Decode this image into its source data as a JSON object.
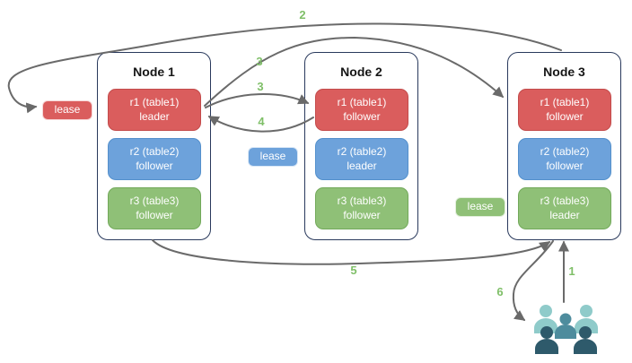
{
  "diagram": {
    "title_hint": "range lease / leader-follower replication flow",
    "nodes": [
      {
        "title": "Node 1",
        "replicas": [
          {
            "name": "r1 (table1)",
            "role": "leader",
            "color": "red"
          },
          {
            "name": "r2 (table2)",
            "role": "follower",
            "color": "blue"
          },
          {
            "name": "r3 (table3)",
            "role": "follower",
            "color": "green"
          }
        ]
      },
      {
        "title": "Node 2",
        "replicas": [
          {
            "name": "r1 (table1)",
            "role": "follower",
            "color": "red"
          },
          {
            "name": "r2 (table2)",
            "role": "leader",
            "color": "blue"
          },
          {
            "name": "r3 (table3)",
            "role": "follower",
            "color": "green"
          }
        ]
      },
      {
        "title": "Node 3",
        "replicas": [
          {
            "name": "r1 (table1)",
            "role": "follower",
            "color": "red"
          },
          {
            "name": "r2 (table2)",
            "role": "follower",
            "color": "blue"
          },
          {
            "name": "r3 (table3)",
            "role": "leader",
            "color": "green"
          }
        ]
      }
    ],
    "leases": [
      {
        "label": "lease",
        "color": "red",
        "near": "Node 1 r1 leader"
      },
      {
        "label": "lease",
        "color": "blue",
        "near": "Node 2 r2 leader"
      },
      {
        "label": "lease",
        "color": "green",
        "near": "Node 3 r3 leader"
      }
    ],
    "steps": {
      "s1": "1",
      "s2": "2",
      "s3a": "3",
      "s3b": "3",
      "s4": "4",
      "s5": "5",
      "s6": "6"
    },
    "arrows": [
      {
        "step": "1",
        "from": "users",
        "to": "node3-bottom"
      },
      {
        "step": "2",
        "from": "node3-top",
        "to": "lease-red-node1"
      },
      {
        "step": "3",
        "from": "node1-r1-leader",
        "to": "node2-r1-follower"
      },
      {
        "step": "3",
        "from": "node1-r1-leader",
        "to": "node3-r1-follower"
      },
      {
        "step": "4",
        "from": "node2-r1-follower",
        "to": "node1-r1-leader"
      },
      {
        "step": "5",
        "from": "node1-bottom",
        "to": "node3-bottom"
      },
      {
        "step": "6",
        "from": "node3-bottom",
        "to": "users"
      }
    ],
    "colors": {
      "red": "#da5d5d",
      "blue": "#6da2db",
      "green": "#8fc077",
      "node_border": "#29395c",
      "arrow": "#6a6a6a",
      "step_label": "#7fbf68",
      "users_light": "#8fcbca",
      "users_medium": "#4e8c9d",
      "users_dark": "#2e5a6b"
    }
  }
}
